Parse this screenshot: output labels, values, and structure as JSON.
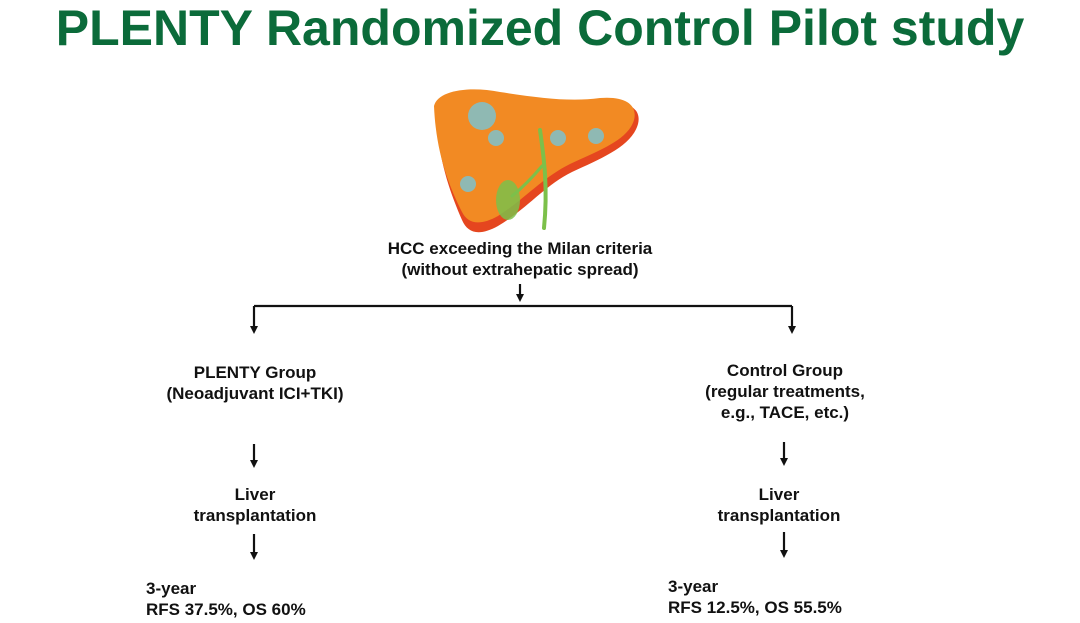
{
  "title": "PLENTY Randomized Control Pilot study",
  "colors": {
    "title": "#0b6b3a",
    "liver": "#f28a23",
    "liver_shadow": "#e5461f",
    "tumor": "#8fb9b3",
    "gallbladder": "#7cc04a",
    "text": "#111111"
  },
  "icons": {
    "liver": "liver-icon"
  },
  "root": {
    "line1": "HCC exceeding the Milan criteria",
    "line2": "(without extrahepatic spread)"
  },
  "left": {
    "group_line1": "PLENTY Group",
    "group_line2": "(Neoadjuvant ICI+TKI)",
    "step_line1": "Liver",
    "step_line2": "transplantation",
    "outcome_line1": "3-year",
    "outcome_line2": "RFS  37.5%,  OS 60%"
  },
  "right": {
    "group_line1": "Control Group",
    "group_line2": "(regular treatments,",
    "group_line3": "e.g., TACE, etc.)",
    "step_line1": "Liver",
    "step_line2": "transplantation",
    "outcome_line1": "3-year",
    "outcome_line2": "RFS 12.5%,  OS 55.5%"
  }
}
